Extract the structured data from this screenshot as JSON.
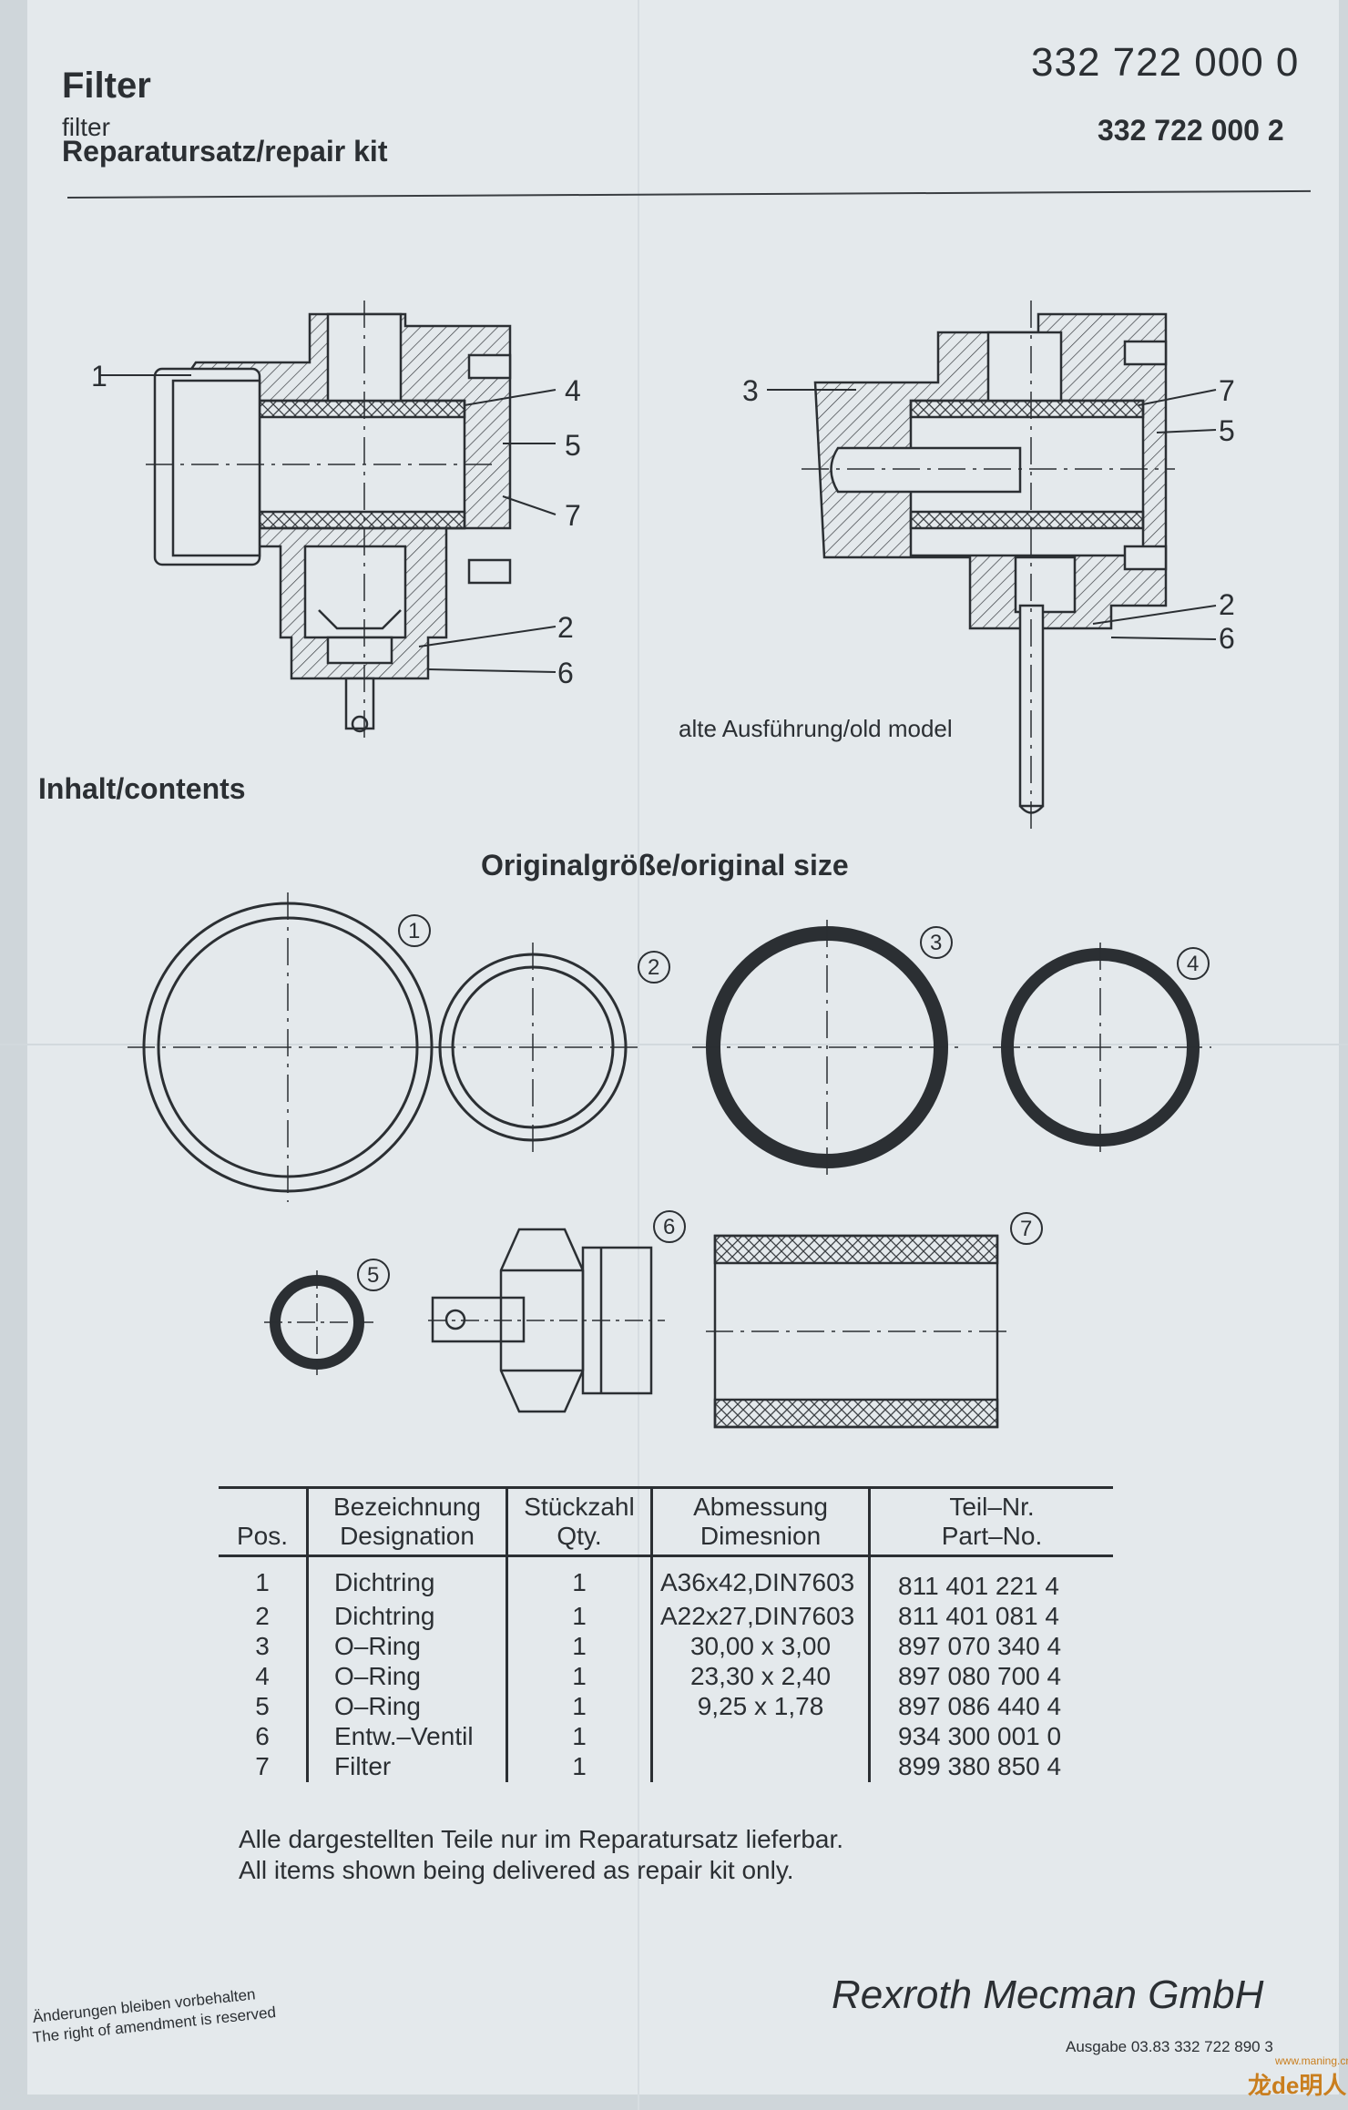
{
  "header": {
    "title": "Filter",
    "subtitle": "filter",
    "kit": "Reparatursatz/repair kit",
    "part_number_1": "332 722 000 0",
    "part_number_2": "332 722 000 2"
  },
  "drawing": {
    "left_callouts": [
      "1",
      "4",
      "5",
      "7",
      "2",
      "6"
    ],
    "right_callouts": [
      "3",
      "7",
      "5",
      "2",
      "6"
    ],
    "old_model_label": "alte Ausführung/old model"
  },
  "contents_label": "Inhalt/contents",
  "original_size_label": "Originalgröße/original size",
  "item_circles": [
    "1",
    "2",
    "3",
    "4",
    "5",
    "6",
    "7"
  ],
  "table": {
    "headers": {
      "pos": "Pos.",
      "designation_de": "Bezeichnung",
      "designation_en": "Designation",
      "qty_de": "Stückzahl",
      "qty_en": "Qty.",
      "dim_de": "Abmessung",
      "dim_en": "Dimesnion",
      "partno_de": "Teil–Nr.",
      "partno_en": "Part–No."
    },
    "rows": [
      {
        "pos": "1",
        "designation": "Dichtring",
        "qty": "1",
        "dimension": "A36x42,DIN7603"
      },
      {
        "pos": "2",
        "designation": "Dichtring",
        "qty": "1",
        "dimension": "A22x27,DIN7603"
      },
      {
        "pos": "3",
        "designation": "O–Ring",
        "qty": "1",
        "dimension": "30,00 x 3,00"
      },
      {
        "pos": "4",
        "designation": "O–Ring",
        "qty": "1",
        "dimension": "23,30 x 2,40"
      },
      {
        "pos": "5",
        "designation": "O–Ring",
        "qty": "1",
        "dimension": "9,25 x 1,78"
      },
      {
        "pos": "6",
        "designation": "Entw.–Ventil",
        "qty": "1",
        "dimension": ""
      },
      {
        "pos": "7",
        "designation": "Filter",
        "qty": "1",
        "dimension": ""
      }
    ],
    "part_numbers": [
      "811 401 221 4",
      "811 401 081 4",
      "897 070 340 4",
      "897 080 700 4",
      "897 086 440 4",
      "934 300 001 0",
      "899 380 850 4"
    ]
  },
  "notes": {
    "de": "Alle dargestellten Teile nur im Reparatursatz lieferbar.",
    "en": "All items shown being delivered as repair kit only."
  },
  "footer": {
    "brand": "Rexroth Mecman GmbH",
    "amend_de": "Änderungen bleiben vorbehalten",
    "amend_en": "The right of amendment is reserved",
    "edition": "Ausgabe 03.83   332 722 890   3",
    "watermark": "龙de明人",
    "watermark_url": "www.maning.cn"
  }
}
